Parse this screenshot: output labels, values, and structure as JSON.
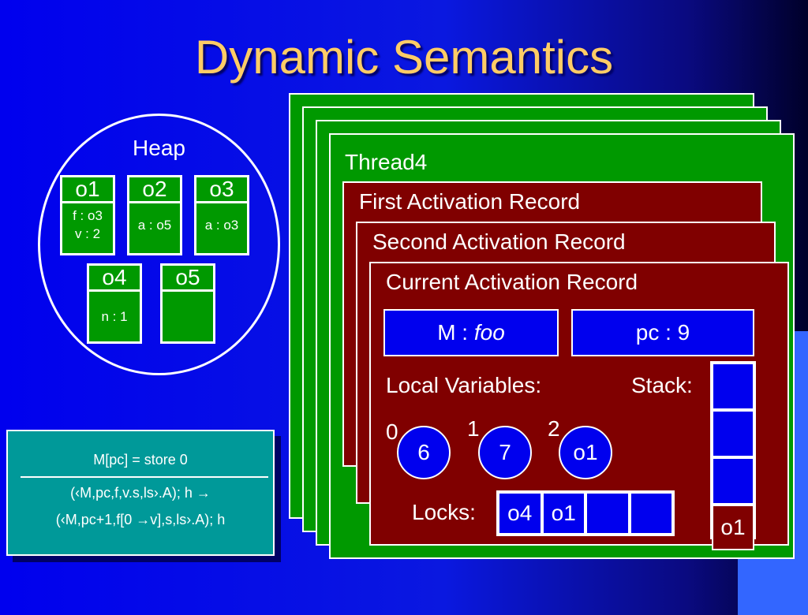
{
  "title": "Dynamic Semantics",
  "heap": {
    "label": "Heap",
    "objects": [
      {
        "id": "o1",
        "fields": [
          "f : o3",
          "v : 2"
        ]
      },
      {
        "id": "o2",
        "fields": [
          "a : o5"
        ]
      },
      {
        "id": "o3",
        "fields": [
          "a : o3"
        ]
      },
      {
        "id": "o4",
        "fields": [
          "n : 1"
        ]
      },
      {
        "id": "o5",
        "fields": []
      }
    ]
  },
  "rule": {
    "premise": "M[pc] = store 0",
    "conclusion_line1": "(‹M,pc,f,v.s,ls›.A); h →",
    "conclusion_line2": "(‹M,pc+1,f[0 →v],s,ls›.A); h"
  },
  "thread": {
    "label": "Thread4",
    "first_record": "First Activation Record",
    "second_record": "Second Activation Record",
    "current_record": {
      "label": "Current Activation Record",
      "method_prefix": "M : ",
      "method_name": "foo",
      "pc": "pc : 9",
      "locals_label": "Local Variables:",
      "stack_label": "Stack:",
      "locals": [
        {
          "index": "0",
          "value": "6"
        },
        {
          "index": "1",
          "value": "7"
        },
        {
          "index": "2",
          "value": "o1"
        }
      ],
      "stack": [
        "",
        "",
        "",
        "o1"
      ],
      "locks_label": "Locks:",
      "locks": [
        "o4",
        "o1",
        "",
        ""
      ]
    }
  },
  "colors": {
    "title": "#ffcc66",
    "thread_green": "#009900",
    "record_red": "#800000",
    "value_blue": "#0000ee",
    "rule_teal": "#009999"
  }
}
